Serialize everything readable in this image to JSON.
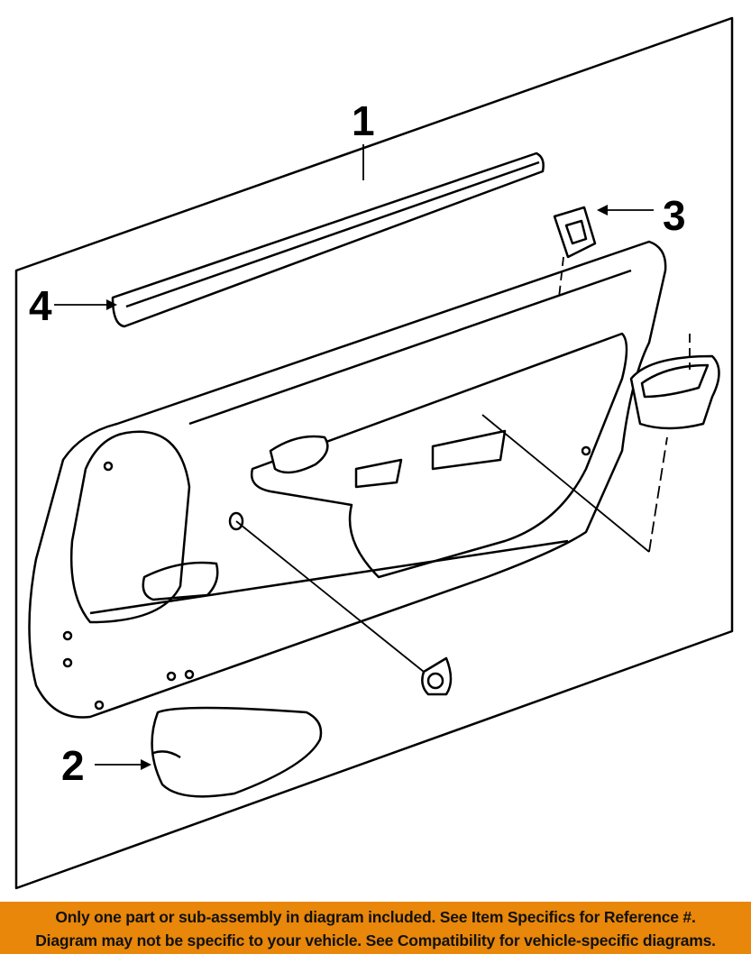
{
  "callouts": {
    "part1": "1",
    "part2": "2",
    "part3": "3",
    "part4": "4"
  },
  "banner": {
    "line1": "Only one part or sub-assembly in diagram included. See Item Specifics for Reference #.",
    "line2": "Diagram may not be specific to your vehicle. See Compatibility for vehicle-specific diagrams."
  },
  "colors": {
    "banner_bg": "#e8870a",
    "line": "#000000"
  }
}
